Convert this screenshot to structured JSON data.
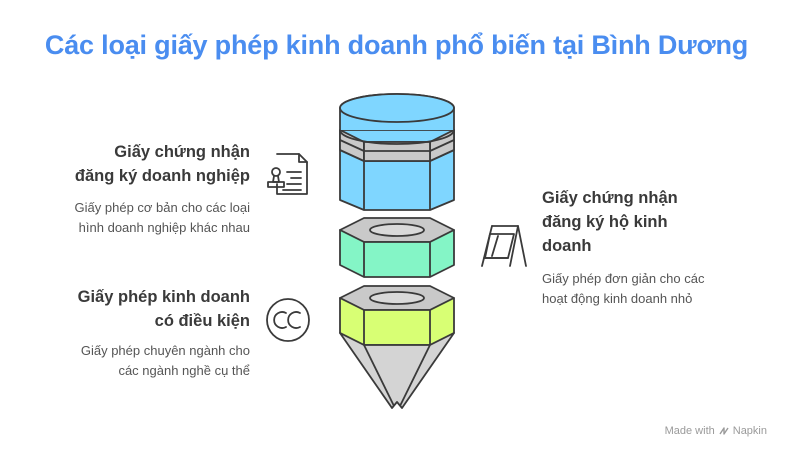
{
  "title": "Các loại giấy phép kinh doanh phổ biến tại Bình Dương",
  "items": [
    {
      "heading_lines": [
        "Giấy chứng nhận",
        "đăng ký doanh nghiệp"
      ],
      "description_lines": [
        "Giấy phép cơ bản cho các loại",
        "hình doanh nghiệp khác nhau"
      ],
      "icon": "certificate-stamp-icon",
      "color": "#7fd6ff"
    },
    {
      "heading_lines": [
        "Giấy chứng nhận",
        "đăng ký hộ kinh",
        "doanh"
      ],
      "description_lines": [
        "Giấy phép đơn giản cho các",
        "hoạt động kinh doanh nhỏ"
      ],
      "icon": "sandwich-board-icon",
      "color": "#84f5c6"
    },
    {
      "heading_lines": [
        "Giấy phép kinh doanh",
        "có điều kiện"
      ],
      "description_lines": [
        "Giấy phép chuyên ngành cho",
        "các ngành nghề cụ thể"
      ],
      "icon": "cc-circle-icon",
      "color": "#d8ff74"
    }
  ],
  "footer": {
    "made_with": "Made with",
    "brand": "Napkin"
  }
}
